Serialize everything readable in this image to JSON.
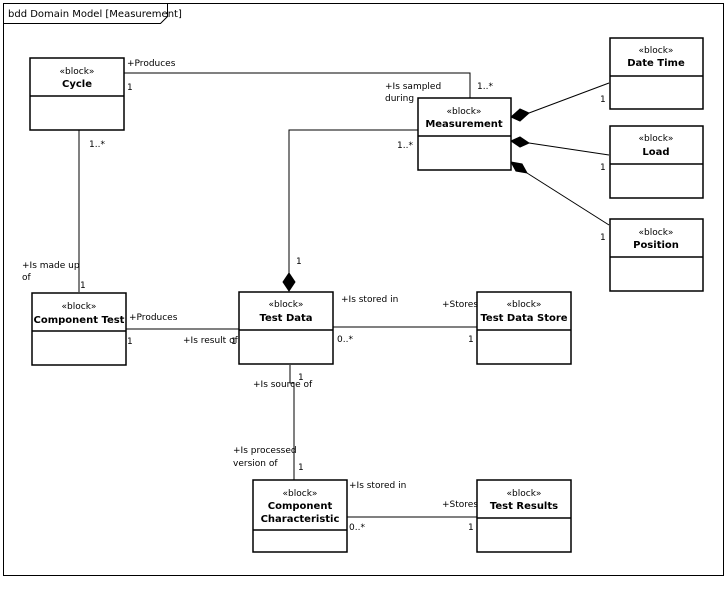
{
  "frame": {
    "title": "bdd Domain Model [Measurement]"
  },
  "stereotype": "«block»",
  "blocks": {
    "cycle": "Cycle",
    "measurement": "Measurement",
    "date_time": "Date Time",
    "load": "Load",
    "position": "Position",
    "component_test": "Component Test",
    "test_data": "Test Data",
    "test_data_store": "Test Data Store",
    "component_characteristic_line1": "Component",
    "component_characteristic_line2": "Characteristic",
    "test_results": "Test Results"
  },
  "labels": {
    "cycle_produces": "+Produces",
    "cycle_mult_1": "1",
    "measurement_sampled_1": "+Is sampled",
    "measurement_sampled_2": "during",
    "measurement_mult_top": "1..*",
    "measurement_mult_left": "1..*",
    "date_time_mult": "1",
    "load_mult": "1",
    "position_mult": "1",
    "cycle_mult_bottom": "1..*",
    "made_up_of_1": "+Is made up",
    "made_up_of_2": "of",
    "component_test_mult_top": "1",
    "test_data_mult_top": "1",
    "ct_produces": "+Produces",
    "ct_mult_right": "1",
    "is_result_of": "+Is result of",
    "td_mult_left": "1",
    "is_stored_in_td": "+Is stored in",
    "td_mult_right": "0..*",
    "stores_tds": "+Stores",
    "tds_mult": "1",
    "is_source_of": "+Is source of",
    "td_mult_bottom": "1",
    "processed_1": "+Is processed",
    "processed_2": "version of",
    "cc_mult_top": "1",
    "is_stored_in_cc": "+Is stored in",
    "cc_mult_right": "0..*",
    "stores_tr": "+Stores",
    "tr_mult": "1"
  }
}
